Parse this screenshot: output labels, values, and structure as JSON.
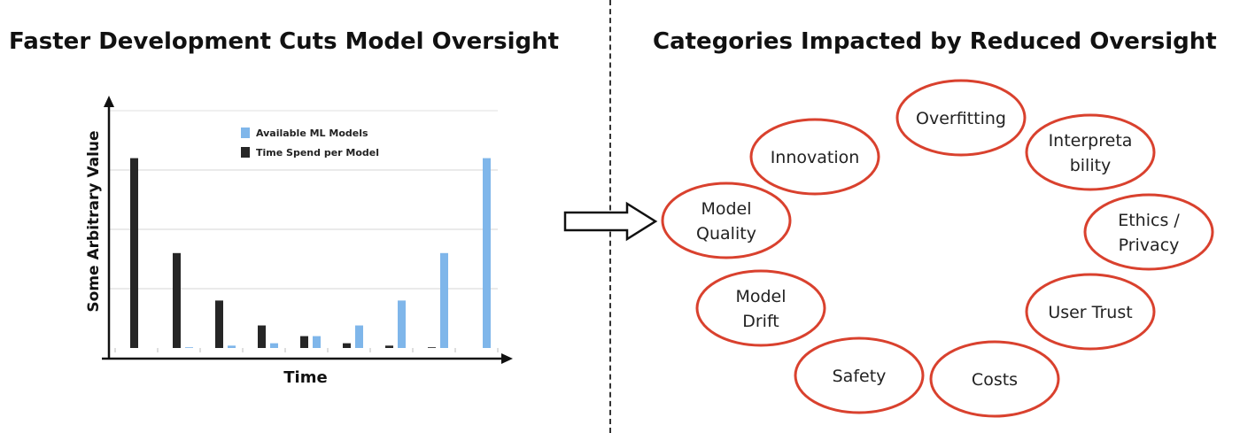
{
  "left_panel": {
    "title": "Faster Development Cuts Model Oversight"
  },
  "right_panel": {
    "title": "Categories Impacted by Reduced Oversight",
    "categories": [
      {
        "lines": [
          "Overfitting"
        ]
      },
      {
        "lines": [
          "Innovation"
        ]
      },
      {
        "lines": [
          "Interpreta",
          "bility"
        ]
      },
      {
        "lines": [
          "Model",
          "Quality"
        ]
      },
      {
        "lines": [
          "Ethics /",
          "Privacy"
        ]
      },
      {
        "lines": [
          "Model",
          "Drift"
        ]
      },
      {
        "lines": [
          "User Trust"
        ]
      },
      {
        "lines": [
          "Safety"
        ]
      },
      {
        "lines": [
          "Costs"
        ]
      }
    ],
    "ellipse_color": "#d9412e"
  },
  "chart_data": {
    "type": "bar",
    "xlabel": "Time",
    "ylabel": "Some Arbitrary Value",
    "ylim": [
      0,
      100
    ],
    "grid": true,
    "legend_position": "top-center",
    "categories": [
      "",
      "",
      "",
      "",
      "",
      "",
      "",
      "",
      ""
    ],
    "series": [
      {
        "name": "Time Spend per Model",
        "color": "#262626",
        "values": [
          80,
          40,
          20,
          9.5,
          5,
          2,
          1,
          0.3,
          0
        ]
      },
      {
        "name": "Available ML Models",
        "color": "#7fb6ea",
        "values": [
          0,
          0.3,
          1,
          2,
          5,
          9.5,
          20,
          40,
          80
        ]
      }
    ],
    "legend_order": [
      1,
      0
    ]
  }
}
